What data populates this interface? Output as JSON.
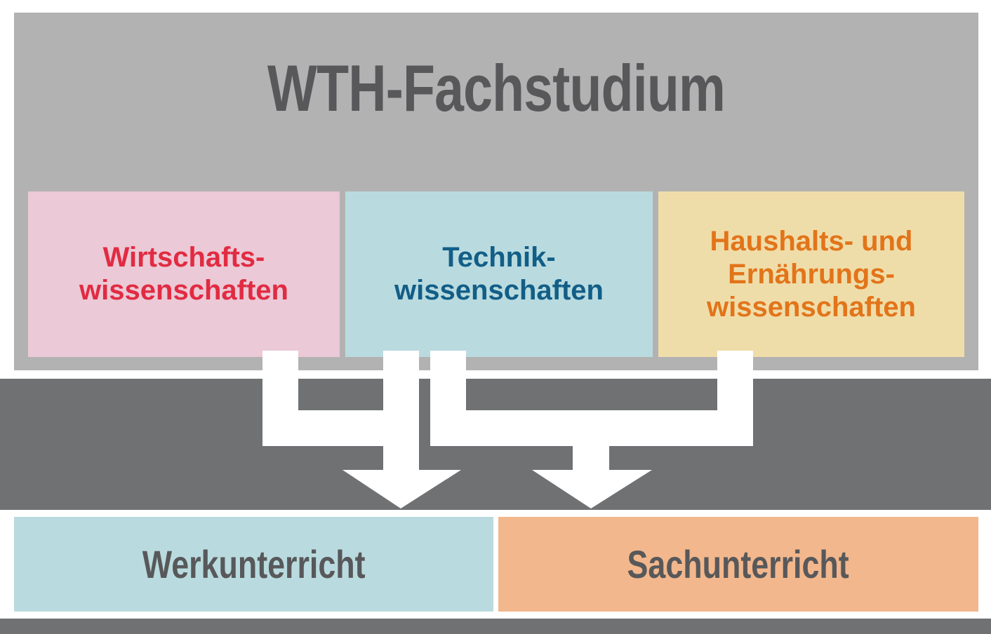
{
  "diagram": {
    "title": "WTH-Fachstudium",
    "background_color": "#6f7173",
    "panel_color": "#b3b2b2",
    "frame_color": "#ffffff",
    "title_color": "#58585a",
    "disciplines": [
      {
        "id": "wirtschaftswissenschaften",
        "label": "Wirtschafts-\nwissenschaften",
        "background": "#ebc9d6",
        "text_color": "#e12b42"
      },
      {
        "id": "technikwissenschaften",
        "label": "Technik-\nwissenschaften",
        "background": "#b9dbdf",
        "text_color": "#125e87"
      },
      {
        "id": "haushalts-und-ernaehrungswissenschaften",
        "label": "Haushalts- und\nErnährungs-\nwissenschaften",
        "background": "#efdda9",
        "text_color": "#e2741a"
      }
    ],
    "outcomes": [
      {
        "id": "werkunterricht",
        "label": "Werkunterricht",
        "background": "#b9dbdf",
        "text_color": "#58585a"
      },
      {
        "id": "sachunterricht",
        "label": "Sachunterricht",
        "background": "#f2b78c",
        "text_color": "#58585a"
      }
    ],
    "connectors": [
      {
        "id": "arrow-to-werkunterricht",
        "from": [
          "wirtschaftswissenschaften",
          "technikwissenschaften"
        ],
        "to": "werkunterricht",
        "color": "#ffffff"
      },
      {
        "id": "arrow-to-sachunterricht",
        "from": [
          "technikwissenschaften",
          "haushalts-und-ernaehrungswissenschaften"
        ],
        "to": "sachunterricht",
        "color": "#ffffff"
      }
    ]
  }
}
